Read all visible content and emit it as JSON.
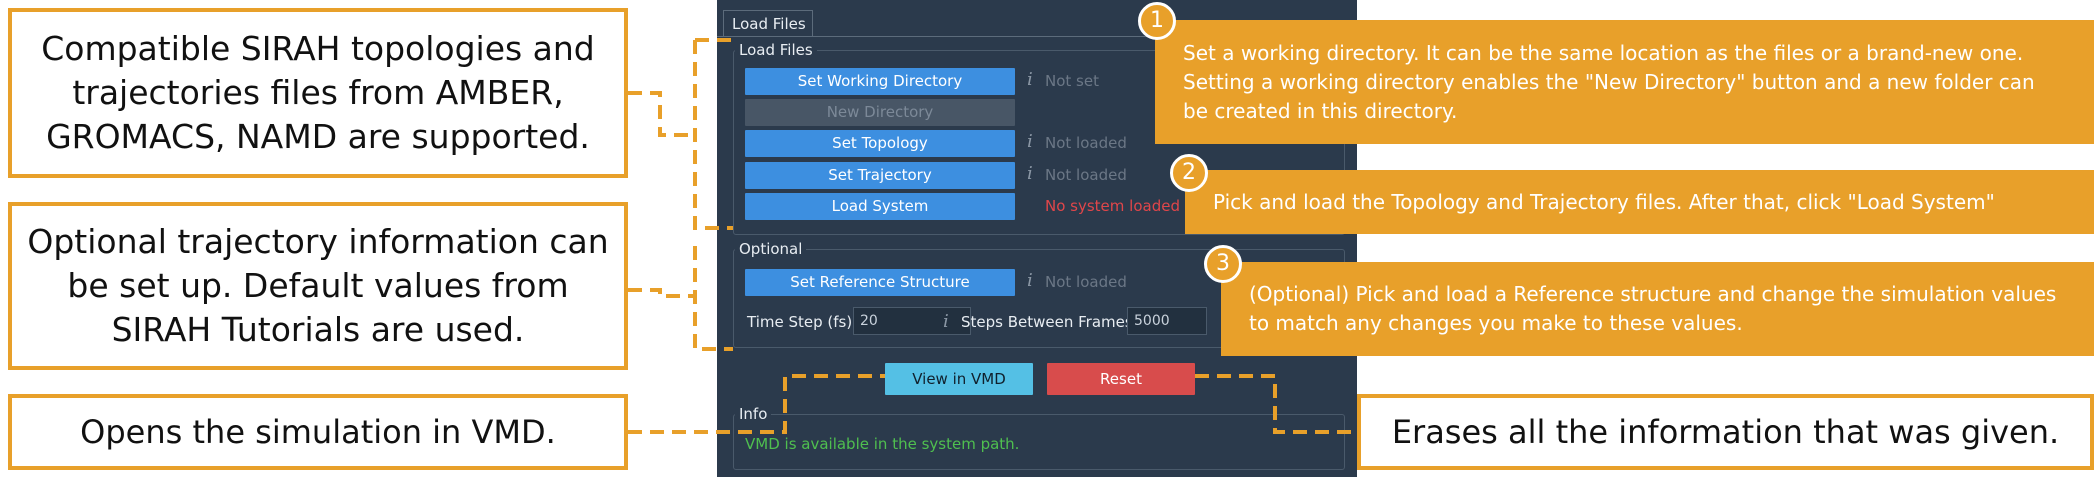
{
  "callouts": {
    "supported_files": "Compatible SIRAH topologies and trajectories files from AMBER, GROMACS, NAMD are supported.",
    "optional_info": "Optional trajectory information can be set up. Default values from SIRAH Tutorials are used.",
    "opens_vmd": "Opens the simulation in VMD.",
    "erases": "Erases all the information that was given."
  },
  "panel": {
    "tab_label": "Load Files",
    "load_files": {
      "group_label": "Load Files",
      "set_working_directory": "Set Working Directory",
      "working_directory_status": "Not set",
      "new_directory": "New Directory",
      "set_topology": "Set Topology",
      "topology_status": "Not loaded",
      "set_trajectory": "Set Trajectory",
      "trajectory_status": "Not loaded",
      "load_system": "Load System",
      "system_status": "No system loaded"
    },
    "optional": {
      "group_label": "Optional",
      "set_reference_structure": "Set Reference Structure",
      "reference_status": "Not loaded",
      "time_step_label": "Time Step (fs)",
      "time_step_value": "20",
      "steps_between_frames_label": "Steps Between Frames",
      "steps_between_frames_value": "5000"
    },
    "view_in_vmd": "View in VMD",
    "reset": "Reset",
    "info": {
      "group_label": "Info",
      "message": "VMD is available in the system path."
    }
  },
  "steps": [
    {
      "number": "1",
      "text": "Set a working directory. It can be the same location as the files or a brand-new one. Setting a working directory enables the \"New Directory\" button and a new folder can be created in this directory."
    },
    {
      "number": "2",
      "text": "Pick and load the Topology and Trajectory files.  After that, click \"Load System\""
    },
    {
      "number": "3",
      "text": "(Optional) Pick and load a Reference structure and change the simulation values to match any changes you make to these values."
    }
  ],
  "colors": {
    "accent_orange": "#e8a02a",
    "panel_bg": "#2b3a4c",
    "button_blue": "#3d8fe0",
    "button_cyan": "#54c0e5",
    "button_red": "#d84c4c",
    "error_red": "#e0464a",
    "ok_green": "#4fbf4f"
  }
}
